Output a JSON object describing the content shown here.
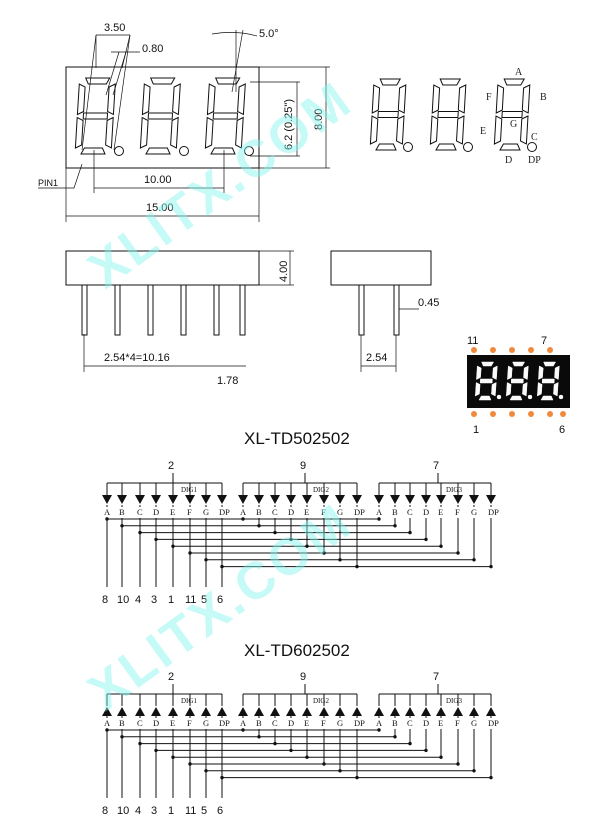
{
  "dimensions": {
    "d_3_50": "3.50",
    "d_0_80": "0.80",
    "d_5_deg": "5.0°",
    "d_6_2": "6.2 (0.25\")",
    "d_8_00": "8.00",
    "d_10_00": "10.00",
    "d_15_00": "15.00",
    "pin1": "PIN1",
    "d_4_00": "4.00",
    "d_0_45": "0.45",
    "d_2_54": "2.54",
    "d_pitch": "2.54*4=10.16",
    "d_1_78": "1.78"
  },
  "segment_labels": {
    "a": "A",
    "b": "B",
    "c": "C",
    "d": "D",
    "e": "E",
    "f": "F",
    "g": "G",
    "dp": "DP"
  },
  "preview": {
    "left_top_pin": "11",
    "right_top_pin": "7",
    "left_bottom_pin": "1",
    "right_bottom_pin": "6",
    "led_color": "#f08a3c"
  },
  "watermark": "XLITX.COM",
  "circuits": [
    {
      "model": "XL-TD502502",
      "digit_pins": [
        "2",
        "9",
        "7"
      ],
      "digit_labels": [
        "DIG1",
        "DIG2",
        "DIG3"
      ],
      "segments": [
        "A",
        "B",
        "C",
        "D",
        "E",
        "F",
        "G",
        "DP"
      ],
      "segment_pins": [
        "8",
        "10",
        "4",
        "3",
        "1",
        "11",
        "5",
        "6"
      ],
      "diode_direction": "down"
    },
    {
      "model": "XL-TD602502",
      "digit_pins": [
        "2",
        "9",
        "7"
      ],
      "digit_labels": [
        "DIG1",
        "DIG2",
        "DIG3"
      ],
      "segments": [
        "A",
        "B",
        "C",
        "D",
        "E",
        "F",
        "G",
        "DP"
      ],
      "segment_pins": [
        "8",
        "10",
        "4",
        "3",
        "1",
        "11",
        "5",
        "6"
      ],
      "diode_direction": "up"
    }
  ]
}
